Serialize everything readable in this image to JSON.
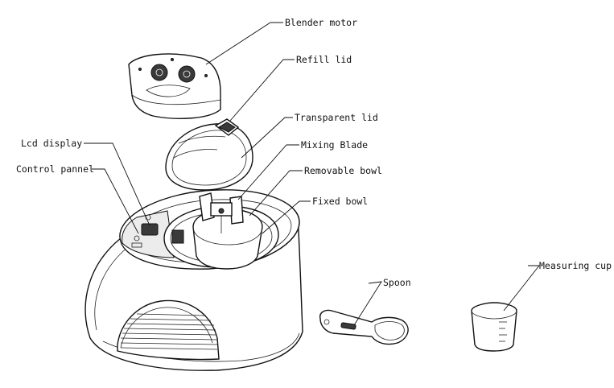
{
  "labels": {
    "blender_motor": "Blender motor",
    "refill_lid": "Refill lid",
    "transparent_lid": "Transparent lid",
    "mixing_blade": "Mixing Blade",
    "removable_bowl": "Removable bowl",
    "fixed_bowl": "Fixed bowl",
    "lcd_display": "Lcd display",
    "control_pannel": "Control pannel",
    "spoon": "Spoon",
    "measuring_cup": "Measuring cup"
  }
}
